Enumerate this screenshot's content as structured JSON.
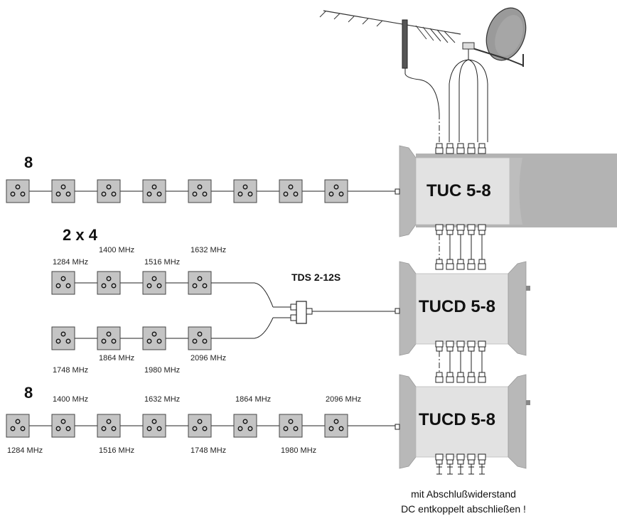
{
  "group_labels": {
    "top": "8",
    "middle": "2 x 4",
    "bottom": "8"
  },
  "splitter_label": "TDS 2-12S",
  "units": {
    "tuc": "TUC 5-8",
    "tucd1": "TUCD 5-8",
    "tucd2": "TUCD 5-8"
  },
  "middle_upper_freqs": [
    "1284 MHz",
    "1400 MHz",
    "1516 MHz",
    "1632 MHz"
  ],
  "middle_lower_freqs": [
    "1748 MHz",
    "1864 MHz",
    "1980 MHz",
    "2096 MHz"
  ],
  "bottom_above_freqs": [
    "1400 MHz",
    "1632 MHz",
    "1864 MHz",
    "2096 MHz"
  ],
  "bottom_below_freqs": [
    "1284 MHz",
    "1516 MHz",
    "1748 MHz",
    "1980 MHz"
  ],
  "note": {
    "line1": "mit Abschlußwiderstand",
    "line2": "DC entkoppelt abschließen !"
  },
  "colors": {
    "unit_body": "#e2e2e2",
    "unit_cap": "#b8b8b8",
    "socket": "#c4c4c4",
    "line": "#222222"
  }
}
